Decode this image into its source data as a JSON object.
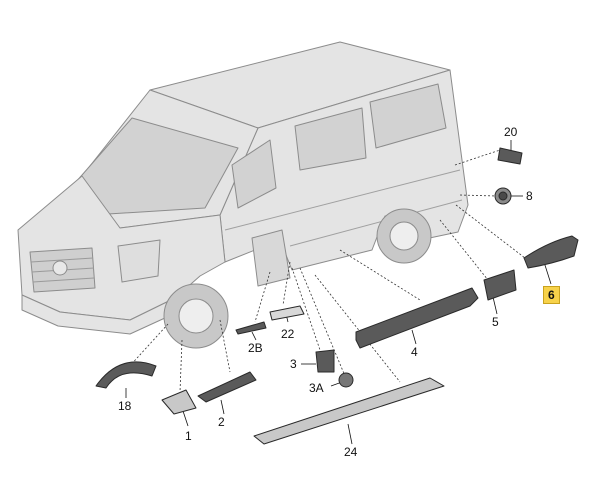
{
  "diagram": {
    "colors": {
      "body_fill": "#e4e4e4",
      "body_stroke": "#8c8c8c",
      "glass_fill": "#d2d2d2",
      "part_fill": "#5a5a5a",
      "part_stroke": "#2a2a2a",
      "highlight": "#f7d24a",
      "leader_line": "#111111"
    },
    "parts": [
      {
        "id": "p20",
        "label": "20"
      },
      {
        "id": "p8",
        "label": "8"
      },
      {
        "id": "p6",
        "label": "6",
        "highlighted": true
      },
      {
        "id": "p5",
        "label": "5"
      },
      {
        "id": "p4",
        "label": "4"
      },
      {
        "id": "p22",
        "label": "22"
      },
      {
        "id": "p2B",
        "label": "2B"
      },
      {
        "id": "p3",
        "label": "3"
      },
      {
        "id": "p3A",
        "label": "3A"
      },
      {
        "id": "p18",
        "label": "18"
      },
      {
        "id": "p1",
        "label": "1"
      },
      {
        "id": "p2",
        "label": "2"
      },
      {
        "id": "p24",
        "label": "24"
      }
    ]
  }
}
